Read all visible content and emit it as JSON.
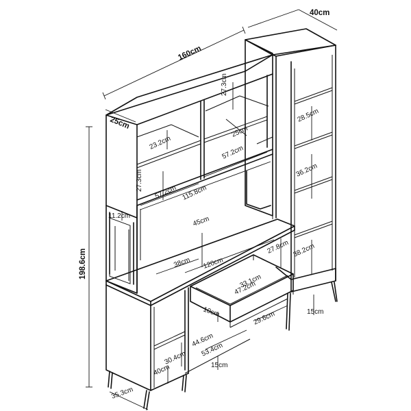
{
  "dims": {
    "width_top": "160cm",
    "depth_tower": "40cm",
    "depth_upper": "25cm",
    "height_total": "198.6cm",
    "upper_shelf_h": "27.3cm",
    "upper_shelf_h2": "27.3cm",
    "upper_inner_h": "23.2cm",
    "upper_inner_depth": "25cm",
    "upper_width_left": "57.2cm",
    "upper_width_right": "57.2cm",
    "hutch_width": "115.8cm",
    "niche_h": "11.2cm",
    "desk_depth": "45cm",
    "desk_left_depth": "38cm",
    "desk_width": "120cm",
    "drawer_depth": "33.1cm",
    "drawer_width": "47.2cm",
    "drawer_h": "10cm",
    "knee_h": "27.8cm",
    "tower_shelf_1": "28.5cm",
    "tower_shelf_2": "36.2cm",
    "tower_shelf_3": "38.2cm",
    "tower_leg": "15cm",
    "drawer_bottom_w": "29.6cm",
    "desk_leg_h": "44.6cm",
    "desk_open_w": "53.4cm",
    "desk_leg": "15cm",
    "base_cab_shelf": "30.4cm",
    "base_cab_h": "40cm",
    "base_cab_depth": "35.3cm"
  }
}
